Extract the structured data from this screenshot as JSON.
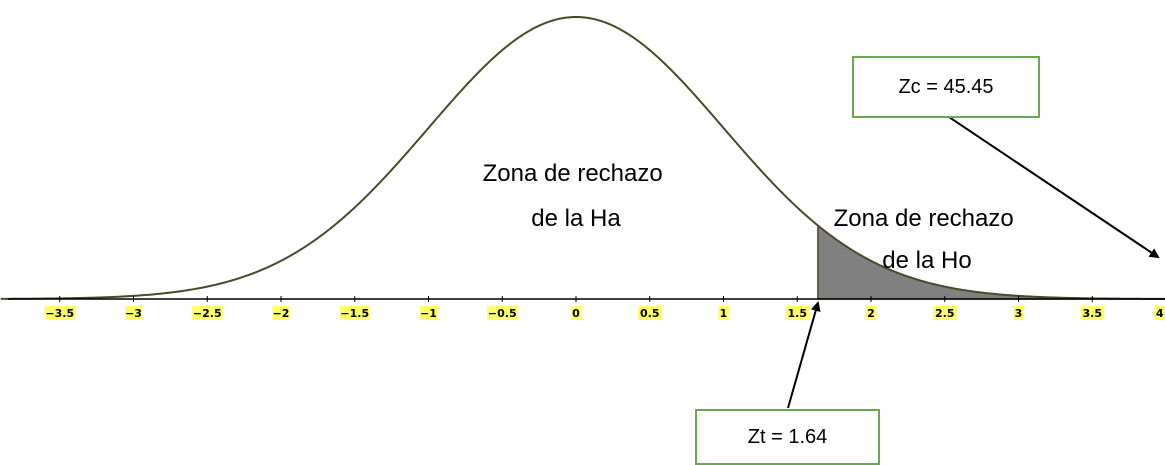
{
  "chart_data": {
    "type": "area",
    "curve": "standard-normal-density",
    "xlim": [
      -3.9,
      4.0
    ],
    "x_ticks": [
      -3.5,
      -3,
      -2.5,
      -2,
      -1.5,
      -1,
      -0.5,
      0,
      0.5,
      1,
      1.5,
      2,
      2.5,
      3,
      3.5,
      4
    ],
    "x_tick_labels": [
      "−3.5",
      "−3",
      "−2.5",
      "−2",
      "−1.5",
      "−1",
      "−0.5",
      "0",
      "0.5",
      "1",
      "1.5",
      "2",
      "2.5",
      "3",
      "3.5",
      "4"
    ],
    "shaded_region": {
      "from": 1.64,
      "to": 4.0,
      "fill": "#808080"
    },
    "annotations": [
      {
        "id": "zone-ha",
        "lines": [
          "Zona de rechazo",
          "de la Ha"
        ]
      },
      {
        "id": "zone-ho",
        "lines": [
          "Zona de rechazo",
          "de la Ho"
        ]
      }
    ],
    "callouts": {
      "zc": {
        "label": "Zc = 45.45"
      },
      "zt": {
        "label": "Zt = 1.64",
        "x": 1.64
      }
    },
    "colors": {
      "curve": "#4a4a2a",
      "axis": "#000000",
      "tick_label_text": "#000000",
      "tick_label_highlight": "#ffff66",
      "callout_border": "#6aa84f"
    }
  }
}
